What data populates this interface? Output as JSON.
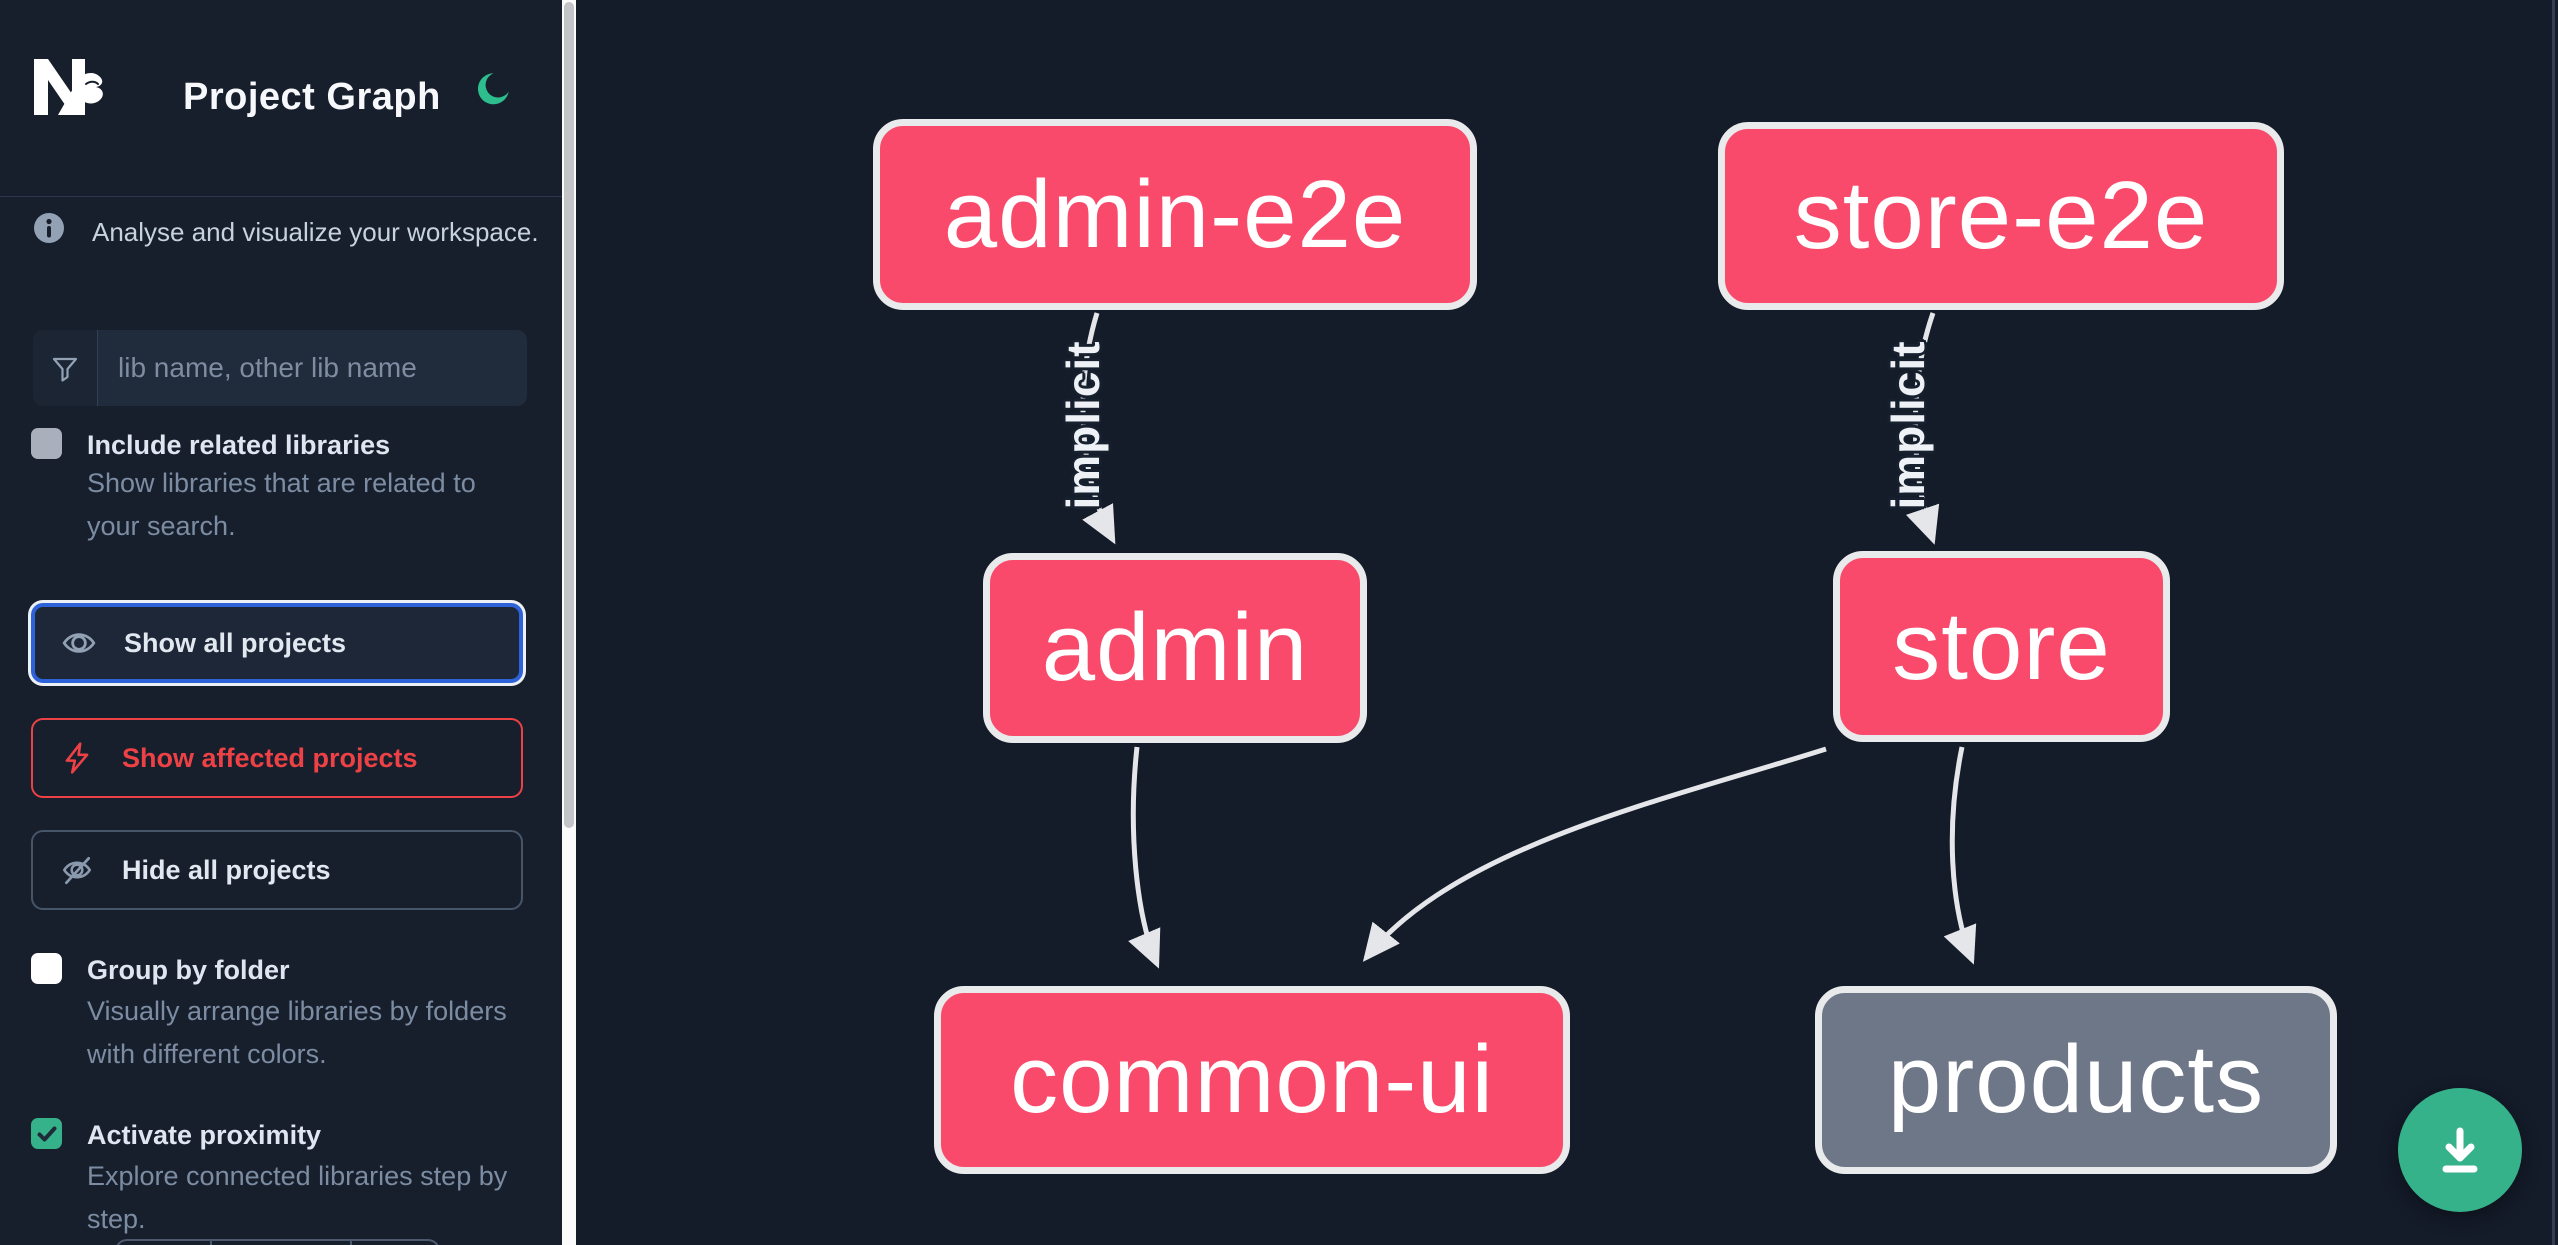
{
  "app": {
    "title": "Project Graph",
    "theme_toggle_icon": "moon-icon"
  },
  "sidebar": {
    "tagline": "Analyse and visualize your workspace.",
    "search": {
      "placeholder": "lib name, other lib name",
      "icon": "funnel-icon"
    },
    "options": [
      {
        "label": "Include related libraries",
        "description": "Show libraries that are related to your search.",
        "checked": false
      },
      {
        "label": "Group by folder",
        "description": "Visually arrange libraries by folders with different colors.",
        "checked": false
      },
      {
        "label": "Activate proximity",
        "description": "Explore connected libraries step by step.",
        "checked": true
      }
    ],
    "actions": [
      {
        "label": "Show all projects",
        "icon": "eye-icon",
        "state": "focused"
      },
      {
        "label": "Show affected projects",
        "icon": "bolt-icon",
        "state": "affected"
      },
      {
        "label": "Hide all projects",
        "icon": "eye-off-icon",
        "state": "default"
      }
    ]
  },
  "graph": {
    "nodes": [
      {
        "label": "admin-e2e",
        "color": "pink"
      },
      {
        "label": "store-e2e",
        "color": "pink"
      },
      {
        "label": "admin",
        "color": "pink"
      },
      {
        "label": "store",
        "color": "pink"
      },
      {
        "label": "common-ui",
        "color": "pink"
      },
      {
        "label": "products",
        "color": "gray"
      }
    ],
    "edges": [
      {
        "from": "admin-e2e",
        "to": "admin",
        "label": "implicit"
      },
      {
        "from": "store-e2e",
        "to": "store",
        "label": "implicit"
      },
      {
        "from": "admin",
        "to": "common-ui",
        "label": ""
      },
      {
        "from": "store",
        "to": "common-ui",
        "label": ""
      },
      {
        "from": "store",
        "to": "products",
        "label": ""
      }
    ],
    "download_icon": "download-icon"
  },
  "colors": {
    "node_pink": "#f94a6b",
    "node_gray": "#6e7787",
    "node_border": "#e9eaec",
    "edge": "#e4e6e9",
    "accent_green": "#35b289",
    "focus_blue": "#2e62d9",
    "alert_red": "#ee4145",
    "sidebar_bg": "#171f2d",
    "graph_bg": "#141b29"
  }
}
